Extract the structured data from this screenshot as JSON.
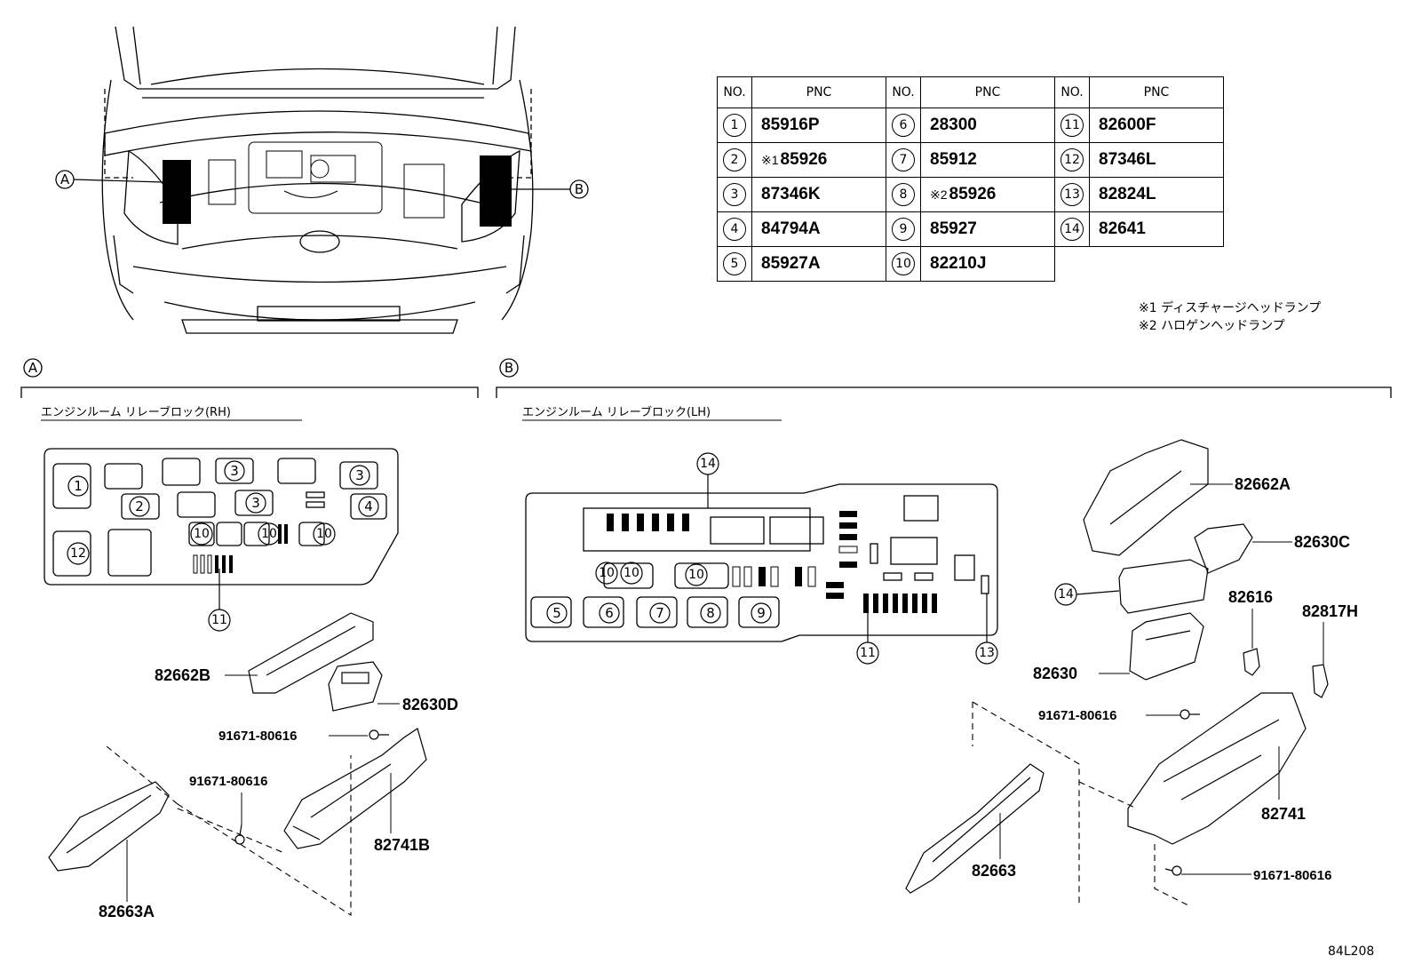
{
  "pnc_table": {
    "headers": [
      "NO.",
      "PNC",
      "NO.",
      "PNC",
      "NO.",
      "PNC"
    ],
    "rows": [
      [
        {
          "no": "1",
          "pnc": "85916P",
          "note": ""
        },
        {
          "no": "6",
          "pnc": "28300",
          "note": ""
        },
        {
          "no": "11",
          "pnc": "82600F",
          "note": ""
        }
      ],
      [
        {
          "no": "2",
          "pnc": "85926",
          "note": "※1"
        },
        {
          "no": "7",
          "pnc": "85912",
          "note": ""
        },
        {
          "no": "12",
          "pnc": "87346L",
          "note": ""
        }
      ],
      [
        {
          "no": "3",
          "pnc": "87346K",
          "note": ""
        },
        {
          "no": "8",
          "pnc": "85926",
          "note": "※2"
        },
        {
          "no": "13",
          "pnc": "82824L",
          "note": ""
        }
      ],
      [
        {
          "no": "4",
          "pnc": "84794A",
          "note": ""
        },
        {
          "no": "9",
          "pnc": "85927",
          "note": ""
        },
        {
          "no": "14",
          "pnc": "82641",
          "note": ""
        }
      ],
      [
        {
          "no": "5",
          "pnc": "85927A",
          "note": ""
        },
        {
          "no": "10",
          "pnc": "82210J",
          "note": ""
        },
        null
      ]
    ]
  },
  "notes": [
    "※1 ディスチャージヘッドランプ",
    "※2 ハロゲンヘッドランプ"
  ],
  "view_labels": {
    "a": "A",
    "b": "B"
  },
  "section_a": {
    "title": "エンジンルーム リレーブロック(RH)",
    "callouts": [
      "1",
      "2",
      "3",
      "3",
      "3",
      "4",
      "10",
      "10",
      "10",
      "12",
      "11"
    ],
    "parts": [
      "82662B",
      "82630D",
      "91671-80616",
      "91671-80616",
      "82741B",
      "82663A"
    ]
  },
  "section_b": {
    "title": "エンジンルーム リレーブロック(LH)",
    "callouts": [
      "14",
      "10",
      "10",
      "10",
      "5",
      "6",
      "7",
      "8",
      "9",
      "11",
      "13",
      "14"
    ],
    "parts": [
      "82662A",
      "82630C",
      "82616",
      "82817H",
      "82630",
      "91671-80616",
      "82741",
      "82663",
      "91671-80616"
    ]
  },
  "figure_code": "84L208"
}
